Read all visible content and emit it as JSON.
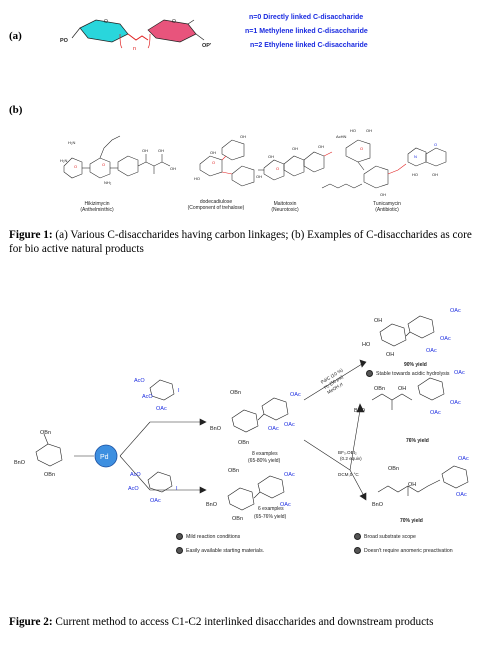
{
  "panel_a": {
    "label": "(a)",
    "left_group": "PO",
    "right_group": "OP'",
    "n_label": "n",
    "legend": [
      "n=0 Directly linked C-disaccharide",
      "n=1 Methylene linked C-disaccharide",
      "n=2  Ethylene linked C-disaccharide"
    ]
  },
  "panel_b": {
    "label": "(b)",
    "products": [
      {
        "name": "Hikizimycin",
        "note": "(Anthelminthic)"
      },
      {
        "name": "dodecadiulose",
        "note": "(Component of trehalose)"
      },
      {
        "name": "Maitotoxin",
        "note": "(Neurotoxic)"
      },
      {
        "name": "Tunicamycin",
        "note": "(Antibiotic)"
      }
    ]
  },
  "figure1": {
    "label": "Figure 1:",
    "text": " (a) Various C-disaccharides having carbon linkages; (b) Examples of C-disaccharides as core for bio active natural products"
  },
  "scheme": {
    "catalyst": "Pd",
    "start_groups": {
      "a": "OBn",
      "b": "BnO",
      "c": "OBn"
    },
    "reagent_top": {
      "a": "AcO",
      "b": "AcO",
      "c": "OAc",
      "x": "I"
    },
    "reagent_bottom": {
      "a": "AcO",
      "b": "AcO",
      "c": "OAc",
      "x": "I"
    },
    "mid_top": {
      "groups": [
        "OBn",
        "OAc",
        "BnO",
        "OAc",
        "OBn",
        "OAc"
      ],
      "examples": "8 examples",
      "yield": "(65-80% yield)"
    },
    "mid_bottom": {
      "groups": [
        "OBn",
        "OAc",
        "BnO",
        "OAc",
        "OBn"
      ],
      "examples": "6 examples",
      "yield": "(65-76% yield)"
    },
    "cond_top": [
      "Pd/C (10 %)",
      "H₂ (50 psi)",
      "MeOH,rt"
    ],
    "cond_bottom": [
      "BF₃.OEt₂",
      "(0.2 equiv)",
      "DCM,0 °C"
    ],
    "prod1": {
      "groups": [
        "OH",
        "OAc",
        "HO",
        "OH",
        "OAc",
        "OAc"
      ],
      "yield": "90% yield",
      "note": "Stable towards acidic hydrolysis"
    },
    "prod2": {
      "groups": [
        "OAc",
        "OBn",
        "OH",
        "OAc",
        "BnO",
        "OAc"
      ],
      "yield": "76% yield"
    },
    "prod3": {
      "groups": [
        "OBn",
        "OAc",
        "OH",
        "BnO",
        "OAc"
      ],
      "yield": "70% yield"
    },
    "left_notes": [
      "Mild reaction conditions",
      "Easily available starting materials."
    ],
    "right_notes": [
      "Broad substrate scope",
      "Doesn't require anomeric preactivation"
    ]
  },
  "figure2": {
    "label": "Figure 2:",
    "text": " Current method to access C1-C2 interlinked disaccharides and downstream products"
  },
  "colors": {
    "cyan": "#29d6dc",
    "pink": "#e8547c",
    "blue": "#1a2be0",
    "red": "#e02020",
    "pd": "#3d8fe0"
  }
}
